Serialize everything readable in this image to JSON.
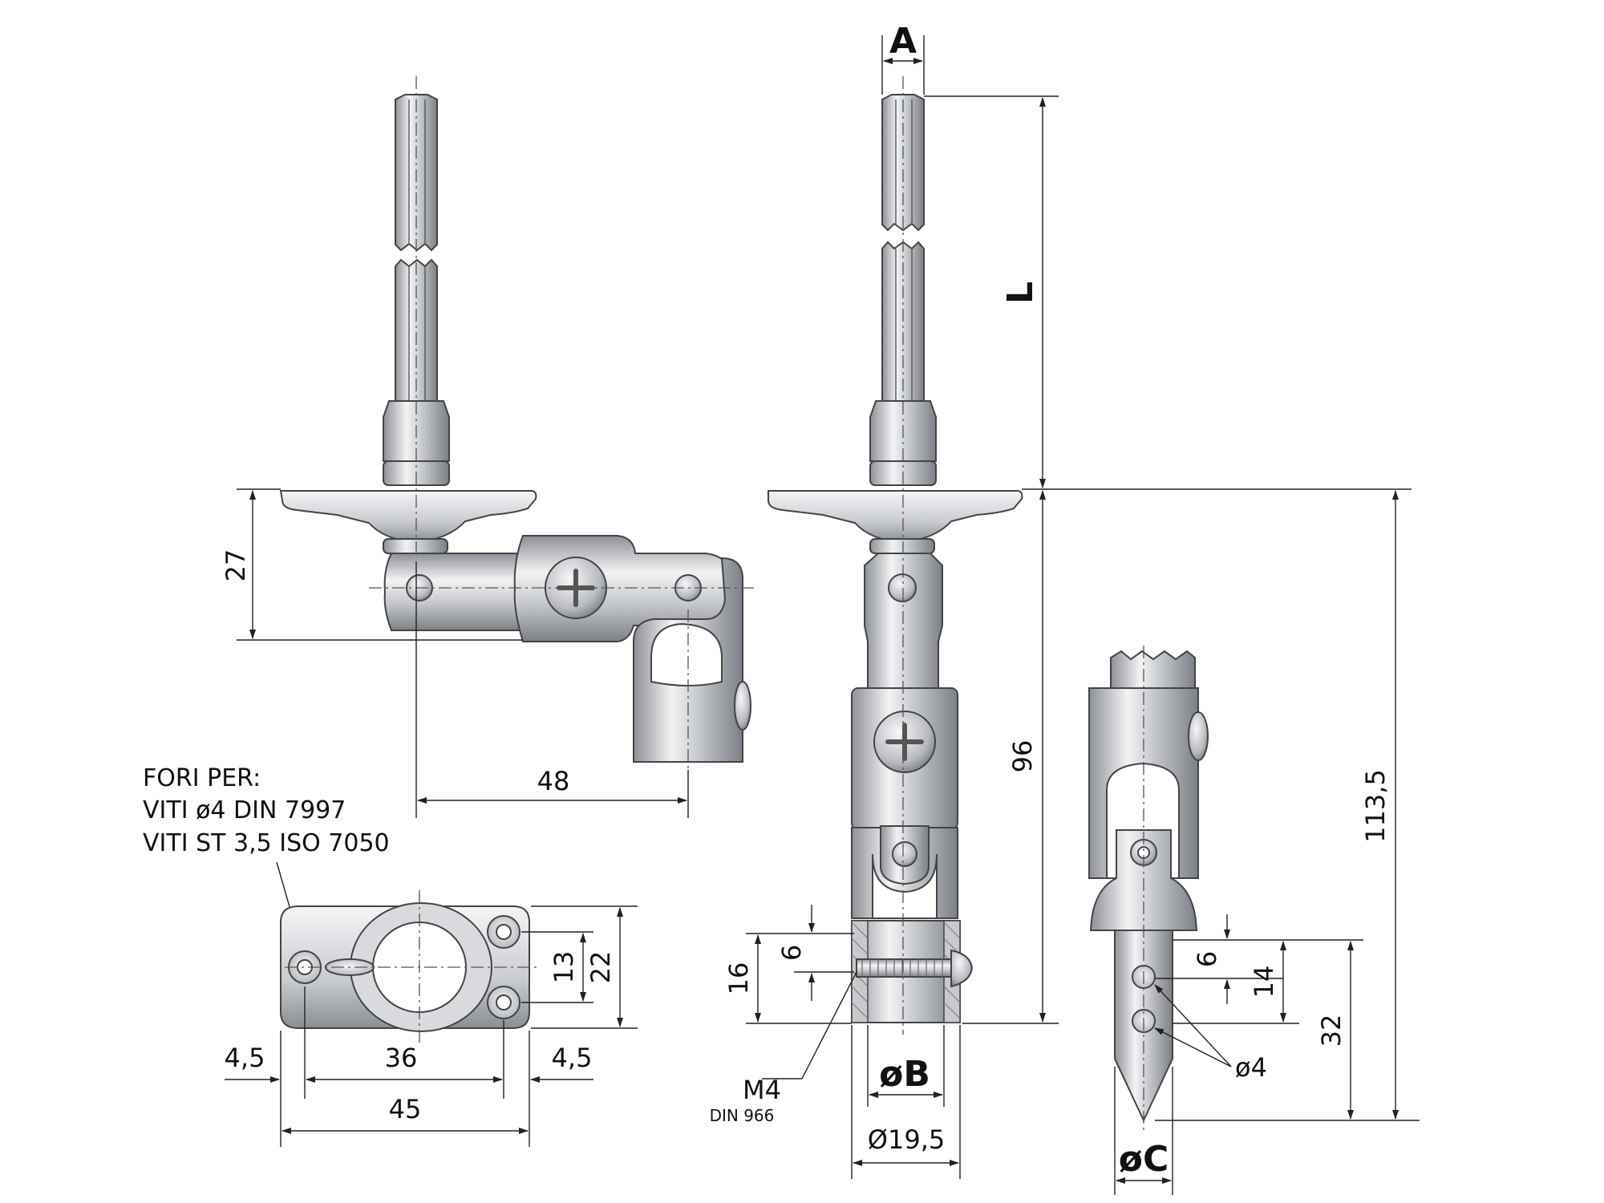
{
  "notes": {
    "holes_title": "FORI PER:",
    "holes_line1": "VITI ø4 DIN 7997",
    "holes_line2": "VITI ST 3,5 ISO 7050"
  },
  "dimensions": {
    "A": "A",
    "L": "L",
    "B": "øB",
    "C": "øC",
    "d27": "27",
    "d48": "48",
    "d96": "96",
    "d113": "113,5",
    "d13": "13",
    "d22": "22",
    "d4_5_left": "4,5",
    "d36": "36",
    "d4_5_right": "4,5",
    "d45": "45",
    "d6_mid": "6",
    "d16": "16",
    "d19_5": "Ø19,5",
    "d6_right": "6",
    "d14": "14",
    "d32": "32",
    "d_hole": "ø4"
  },
  "screw": {
    "label": "M4",
    "standard": "DIN 966"
  },
  "colors": {
    "metal_light": "#e9eaec",
    "metal_mid": "#b9bcc1",
    "metal_dark": "#7d8087",
    "line": "#222222"
  }
}
